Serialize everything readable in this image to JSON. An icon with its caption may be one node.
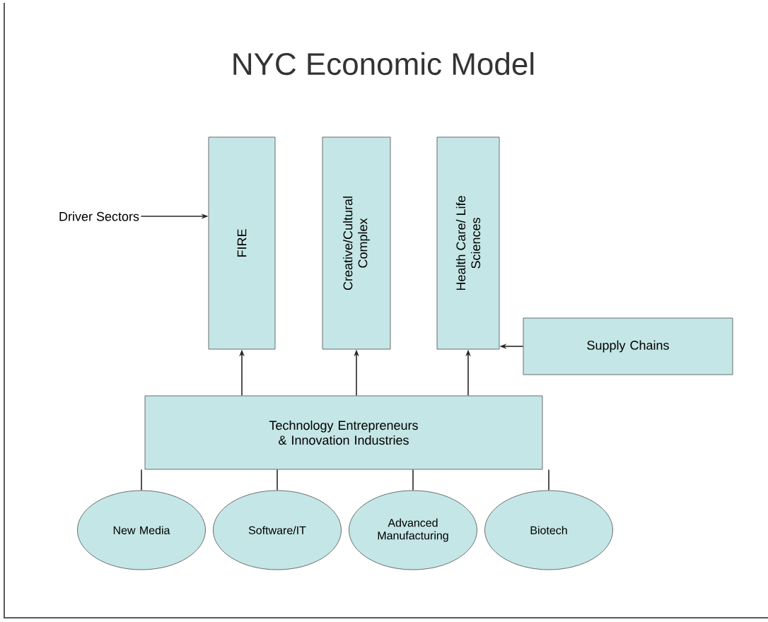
{
  "diagram": {
    "title": "NYC Economic Model",
    "nodes": [
      {
        "text": [
          "Driver Sectors"
        ]
      },
      {
        "text": [
          "FIRE"
        ]
      },
      {
        "text": [
          "Creative/Cultural Complex"
        ]
      },
      {
        "text": [
          "Health Care/ Life Sciences"
        ]
      },
      {
        "text": [
          "Supply Chains"
        ]
      },
      {
        "text": [
          "Technology Entrepreneurs & Innovation Industries"
        ]
      },
      {
        "text": [
          "New Media"
        ]
      },
      {
        "text": [
          "Software/IT"
        ]
      },
      {
        "text": [
          "Advanced Manufacturing"
        ]
      },
      {
        "text": [
          "Biotech"
        ]
      }
    ],
    "edges": [
      {
        "from": 0,
        "to": 1,
        "arrow": "to"
      },
      {
        "from": 5,
        "to": 1,
        "arrow": "to"
      },
      {
        "from": 5,
        "to": 2,
        "arrow": "to"
      },
      {
        "from": 5,
        "to": 3,
        "arrow": "to"
      },
      {
        "from": 4,
        "to": 3,
        "arrow": "to"
      },
      {
        "from": 6,
        "to": 5,
        "arrow": "none"
      },
      {
        "from": 7,
        "to": 5,
        "arrow": "none"
      },
      {
        "from": 8,
        "to": 5,
        "arrow": "none"
      },
      {
        "from": 9,
        "to": 5,
        "arrow": "none"
      }
    ]
  }
}
